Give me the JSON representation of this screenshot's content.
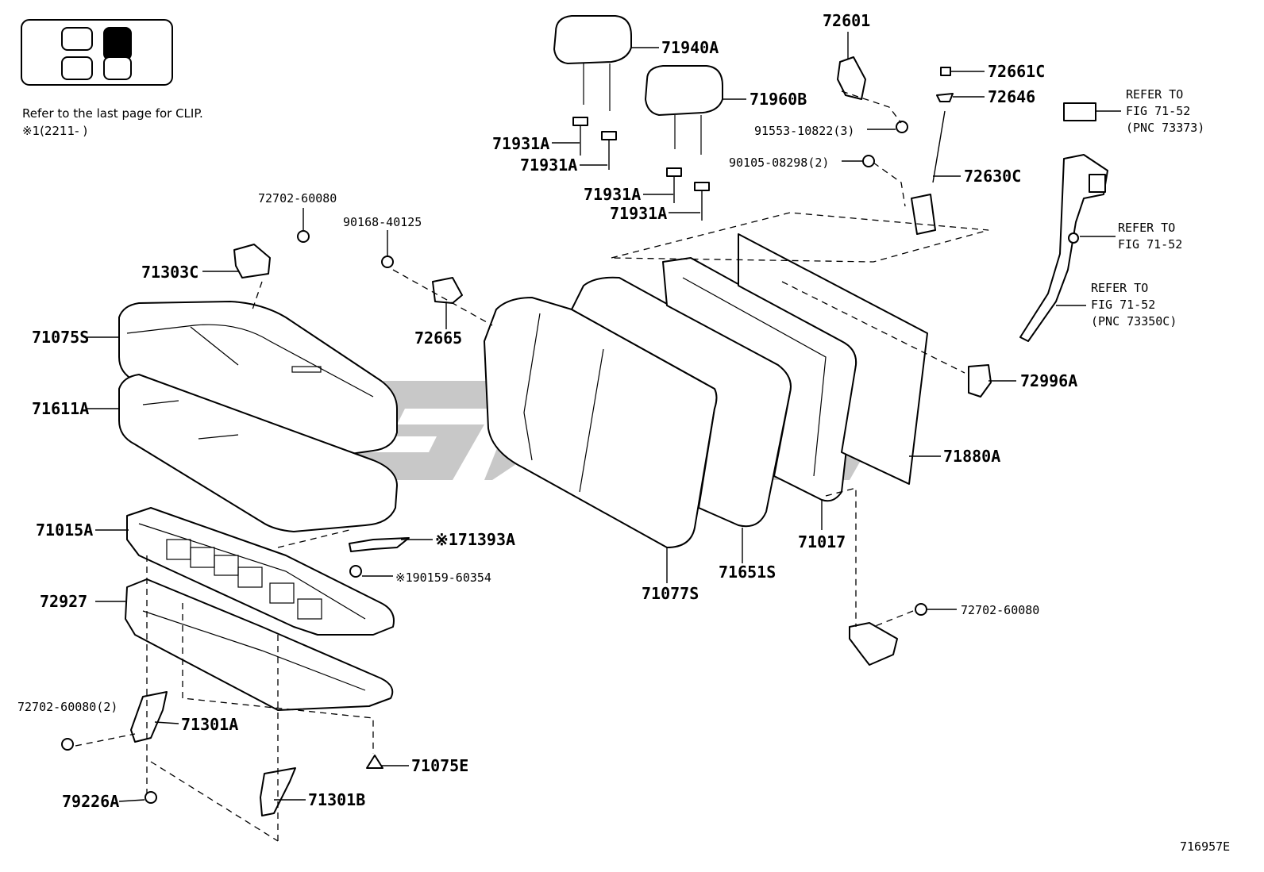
{
  "note": {
    "line1": "Refer to the last page for CLIP.",
    "line2": "※1(2211-        )"
  },
  "figure_id": "716957E",
  "labels": {
    "p71940A": "71940A",
    "p71960B": "71960B",
    "p71931A_1": "71931A",
    "p71931A_2": "71931A",
    "p71931A_3": "71931A",
    "p71931A_4": "71931A",
    "p72601": "72601",
    "p72661C": "72661C",
    "p72646": "72646",
    "p91553": "91553-10822(3)",
    "p90105": "90105-08298(2)",
    "p72630C": "72630C",
    "p72702_top": "72702-60080",
    "p90168": "90168-40125",
    "p71303C": "71303C",
    "p71075S": "71075S",
    "p72665": "72665",
    "p71611A": "71611A",
    "p71015A": "71015A",
    "p71393A": "※171393A",
    "p90159": "※190159-60354",
    "p72927": "72927",
    "p72702_left": "72702-60080(2)",
    "p71301A": "71301A",
    "p71075E": "71075E",
    "p79226A": "79226A",
    "p71301B": "71301B",
    "p71077S": "71077S",
    "p71651S": "71651S",
    "p71017": "71017",
    "p72702_right": "72702-60080",
    "p71880A": "71880A",
    "p72996A": "72996A",
    "ref1_a": "REFER TO",
    "ref1_b": "FIG 71-52",
    "ref1_c": "(PNC 73373)",
    "ref2_a": "REFER TO",
    "ref2_b": "FIG 71-52",
    "ref3_a": "REFER TO",
    "ref3_b": "FIG 71-52",
    "ref3_c": "(PNC 73350C)"
  }
}
